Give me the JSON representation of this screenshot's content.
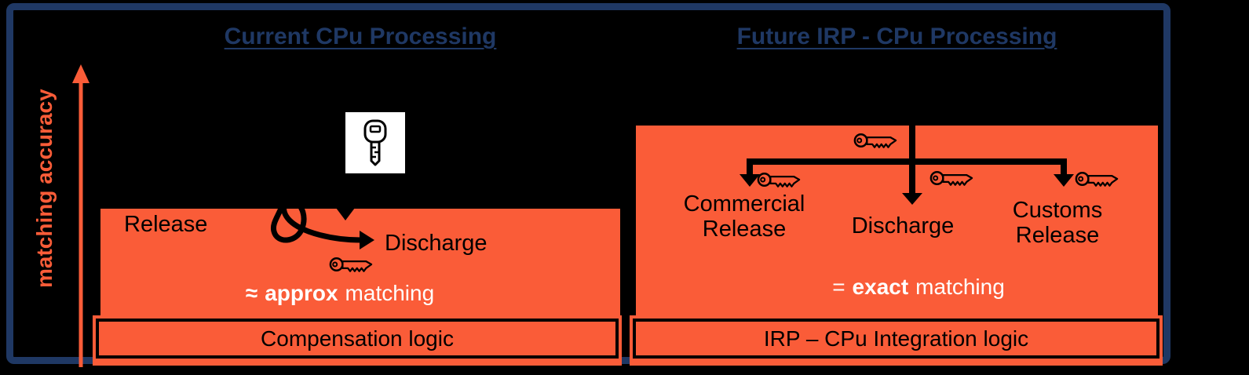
{
  "titles": {
    "left": "Current CPu Processing",
    "right": "Future IRP - CPu Processing"
  },
  "axis": {
    "label": "matching accuracy"
  },
  "left_panel": {
    "release_label": "Release",
    "discharge_label": "Discharge",
    "matching_symbol": "≈",
    "matching_bold": "approx",
    "matching_rest": "matching",
    "logic_bar_label": "Compensation logic"
  },
  "right_panel": {
    "node1_line1": "Commercial",
    "node1_line2": "Release",
    "node2": "Discharge",
    "node3_line1": "Customs",
    "node3_line2": "Release",
    "matching_symbol": "=",
    "matching_bold": "exact",
    "matching_rest": "matching",
    "logic_bar_label": "IRP – CPu Integration logic"
  },
  "icons": {
    "key": "key-icon",
    "card_key": "car-key-icon",
    "up_arrow": "up-arrow-icon",
    "down_arrow": "down-arrow-icon",
    "tangled_arrows": "tangled-arrows-icon"
  },
  "colors": {
    "orange": "#FA5C38",
    "navy": "#1F3864",
    "background": "#000000",
    "white": "#FFFFFF",
    "diagram_lines": "#000000"
  }
}
